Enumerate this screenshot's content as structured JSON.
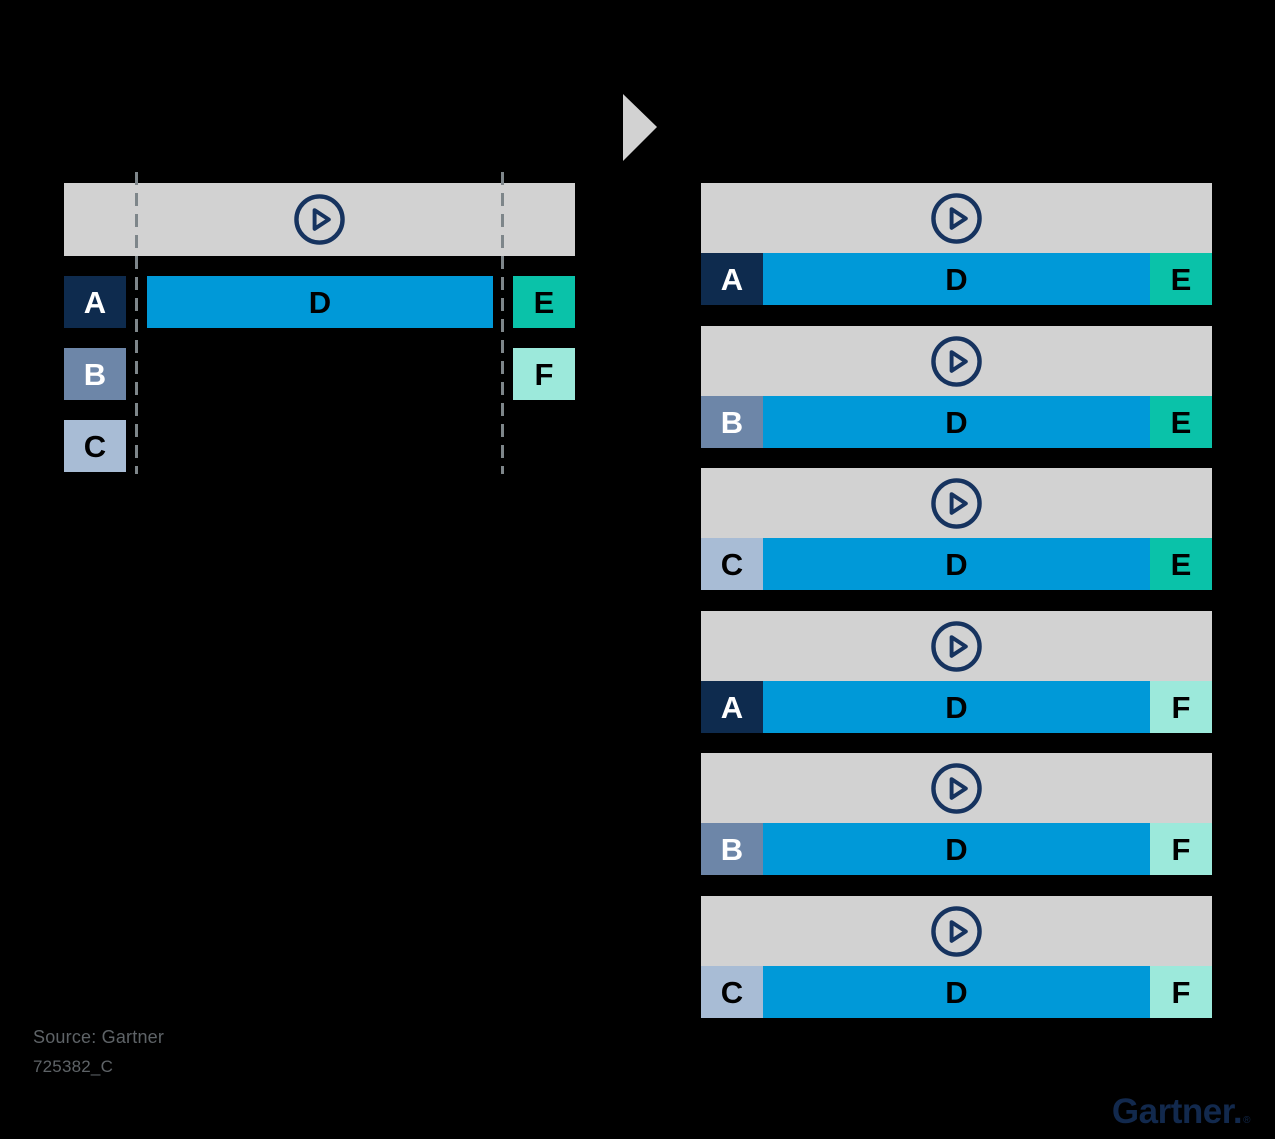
{
  "background": "#000000",
  "palette": {
    "gray_track": "#d2d2d2",
    "arrow": "#d2d2d2",
    "block_a_navy": "#0e2b4e",
    "block_b_slate": "#6d86a8",
    "block_c_light_blue": "#a8bcd5",
    "block_d_blue": "#0099d8",
    "block_e_teal": "#0ac2a9",
    "block_f_mint": "#9ce9db",
    "play_icon_navy": "#16335f",
    "dashed_line_gray": "#7e868a",
    "source_text_gray": "#5e6367",
    "logo_navy": "#12294d"
  },
  "icons": {
    "play": "play-icon",
    "arrow": "right-arrow-icon"
  },
  "left_diagram": {
    "labels": {
      "a": "A",
      "b": "B",
      "c": "C",
      "d": "D",
      "e": "E",
      "f": "F"
    }
  },
  "right_diagram": {
    "rows": [
      {
        "left": "A",
        "middle": "D",
        "right": "E"
      },
      {
        "left": "B",
        "middle": "D",
        "right": "E"
      },
      {
        "left": "C",
        "middle": "D",
        "right": "E"
      },
      {
        "left": "A",
        "middle": "D",
        "right": "F"
      },
      {
        "left": "B",
        "middle": "D",
        "right": "F"
      },
      {
        "left": "C",
        "middle": "D",
        "right": "F"
      }
    ]
  },
  "footer": {
    "source": "Source: Gartner",
    "code": "725382_C",
    "logo": "Gartner.",
    "logo_reg": "®"
  }
}
